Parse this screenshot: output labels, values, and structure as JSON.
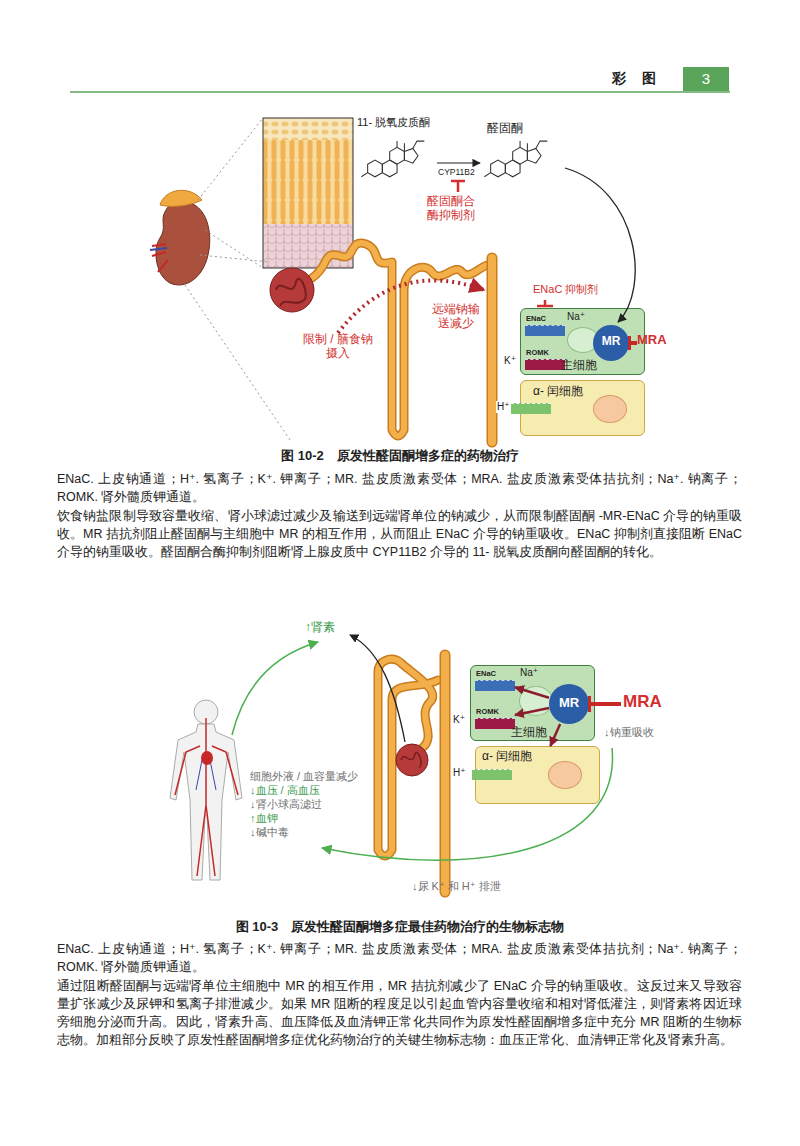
{
  "diagram": {
    "nodes": [
      {
        "text": [
          "主细胞"
        ]
      },
      {
        "text": [
          "ENaC"
        ],
        "in": 0
      },
      {
        "text": [
          "ROMK"
        ],
        "in": 0
      },
      {
        "text": [
          "MR"
        ],
        "in": 0
      },
      {
        "text": [
          "α- 闰细胞"
        ]
      },
      {
        "text": [
          "主细胞"
        ]
      },
      {
        "text": [
          "ENaC"
        ],
        "in": 5
      },
      {
        "text": [
          "ROMK"
        ],
        "in": 5
      },
      {
        "text": [
          "MR"
        ],
        "in": 5
      },
      {
        "text": [
          "α- 闰细胞"
        ]
      }
    ],
    "edges": [
      {
        "from": 8,
        "to": 6,
        "arrow": "to"
      },
      {
        "from": 8,
        "to": 7,
        "arrow": "to"
      },
      {
        "from": 8,
        "to": 9,
        "arrow": "to"
      }
    ],
    "labels": [
      "彩 图",
      "3",
      "11- 脱氧皮质酮",
      "醛固酮",
      "CYP11B2",
      "醛固酮合酶抑制剂",
      "ENaC 抑制剂",
      "远端钠输送减少",
      "限制 / 膳食钠摄入",
      "Na⁺",
      "K⁺",
      "H⁺",
      "MRA",
      "图 10-2　原发性醛固酮增多症的药物治疗",
      "ENaC. 上皮钠通道；H⁺. 氢离子；K⁺. 钾离子；MR. 盐皮质激素受体；MRA. 盐皮质激素受体拮抗剂；Na⁺. 钠离子；ROMK. 肾外髓质钾通道。",
      "饮食钠盐限制导致容量收缩、肾小球滤过减少及输送到远端肾单位的钠减少，从而限制醛固酮 -MR-ENaC 介导的钠重吸收。MR 拮抗剂阻止醛固酮与主细胞中 MR 的相互作用，从而阻止 ENaC 介导的钠重吸收。ENaC 抑制剂直接阻断 ENaC 介导的钠重吸收。醛固酮合酶抑制剂阻断肾上腺皮质中 CYP11B2 介导的 11- 脱氧皮质酮向醛固酮的转化。",
      "↑肾素",
      "Na⁺",
      "K⁺",
      "H⁺",
      "MRA",
      "↓钠重吸收",
      "细胞外液 / 血容量减少",
      "↓血压 / 高血压",
      "↓肾小球高滤过",
      "↑血钾",
      "↓碱中毒",
      "↓尿 K⁺ 和 H⁺ 排泄",
      "图 10-3　原发性醛固酮增多症最佳药物治疗的生物标志物",
      "ENaC. 上皮钠通道；H⁺. 氢离子；K⁺. 钾离子；MR. 盐皮质激素受体；MRA. 盐皮质激素受体拮抗剂；Na⁺. 钠离子；ROMK. 肾外髓质钾通道。",
      "通过阻断醛固酮与远端肾单位主细胞中 MR 的相互作用，MR 拮抗剂减少了 ENaC 介导的钠重吸收。这反过来又导致容量扩张减少及尿钾和氢离子排泄减少。如果 MR 阻断的程度足以引起血管内容量收缩和相对肾低灌注，则肾素将因近球旁细胞分泌而升高。因此，肾素升高、血压降低及血清钾正常化共同作为原发性醛固酮增多症中充分 MR 阻断的生物标志物。加粗部分反映了原发性醛固酮增多症优化药物治疗的关键生物标志物：血压正常化、血清钾正常化及肾素升高。"
    ]
  }
}
